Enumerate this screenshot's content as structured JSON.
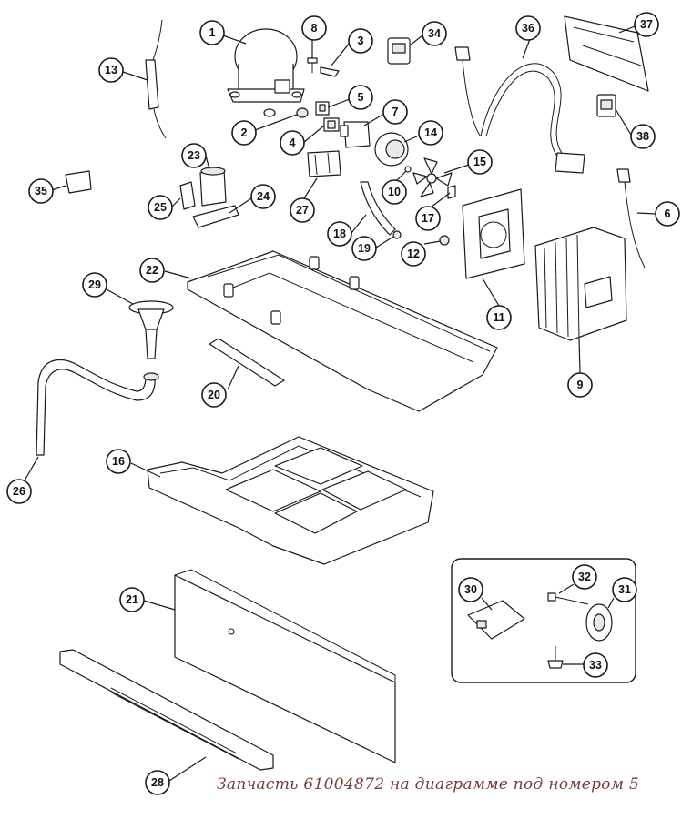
{
  "caption": "Запчасть 61004872 на диаграмме под номером 5",
  "callouts": [
    "1",
    "2",
    "3",
    "4",
    "5",
    "6",
    "7",
    "8",
    "9",
    "10",
    "11",
    "12",
    "13",
    "14",
    "15",
    "16",
    "17",
    "18",
    "19",
    "20",
    "21",
    "22",
    "23",
    "24",
    "25",
    "26",
    "27",
    "28",
    "29",
    "30",
    "31",
    "32",
    "33",
    "34",
    "35",
    "36",
    "37",
    "38"
  ]
}
